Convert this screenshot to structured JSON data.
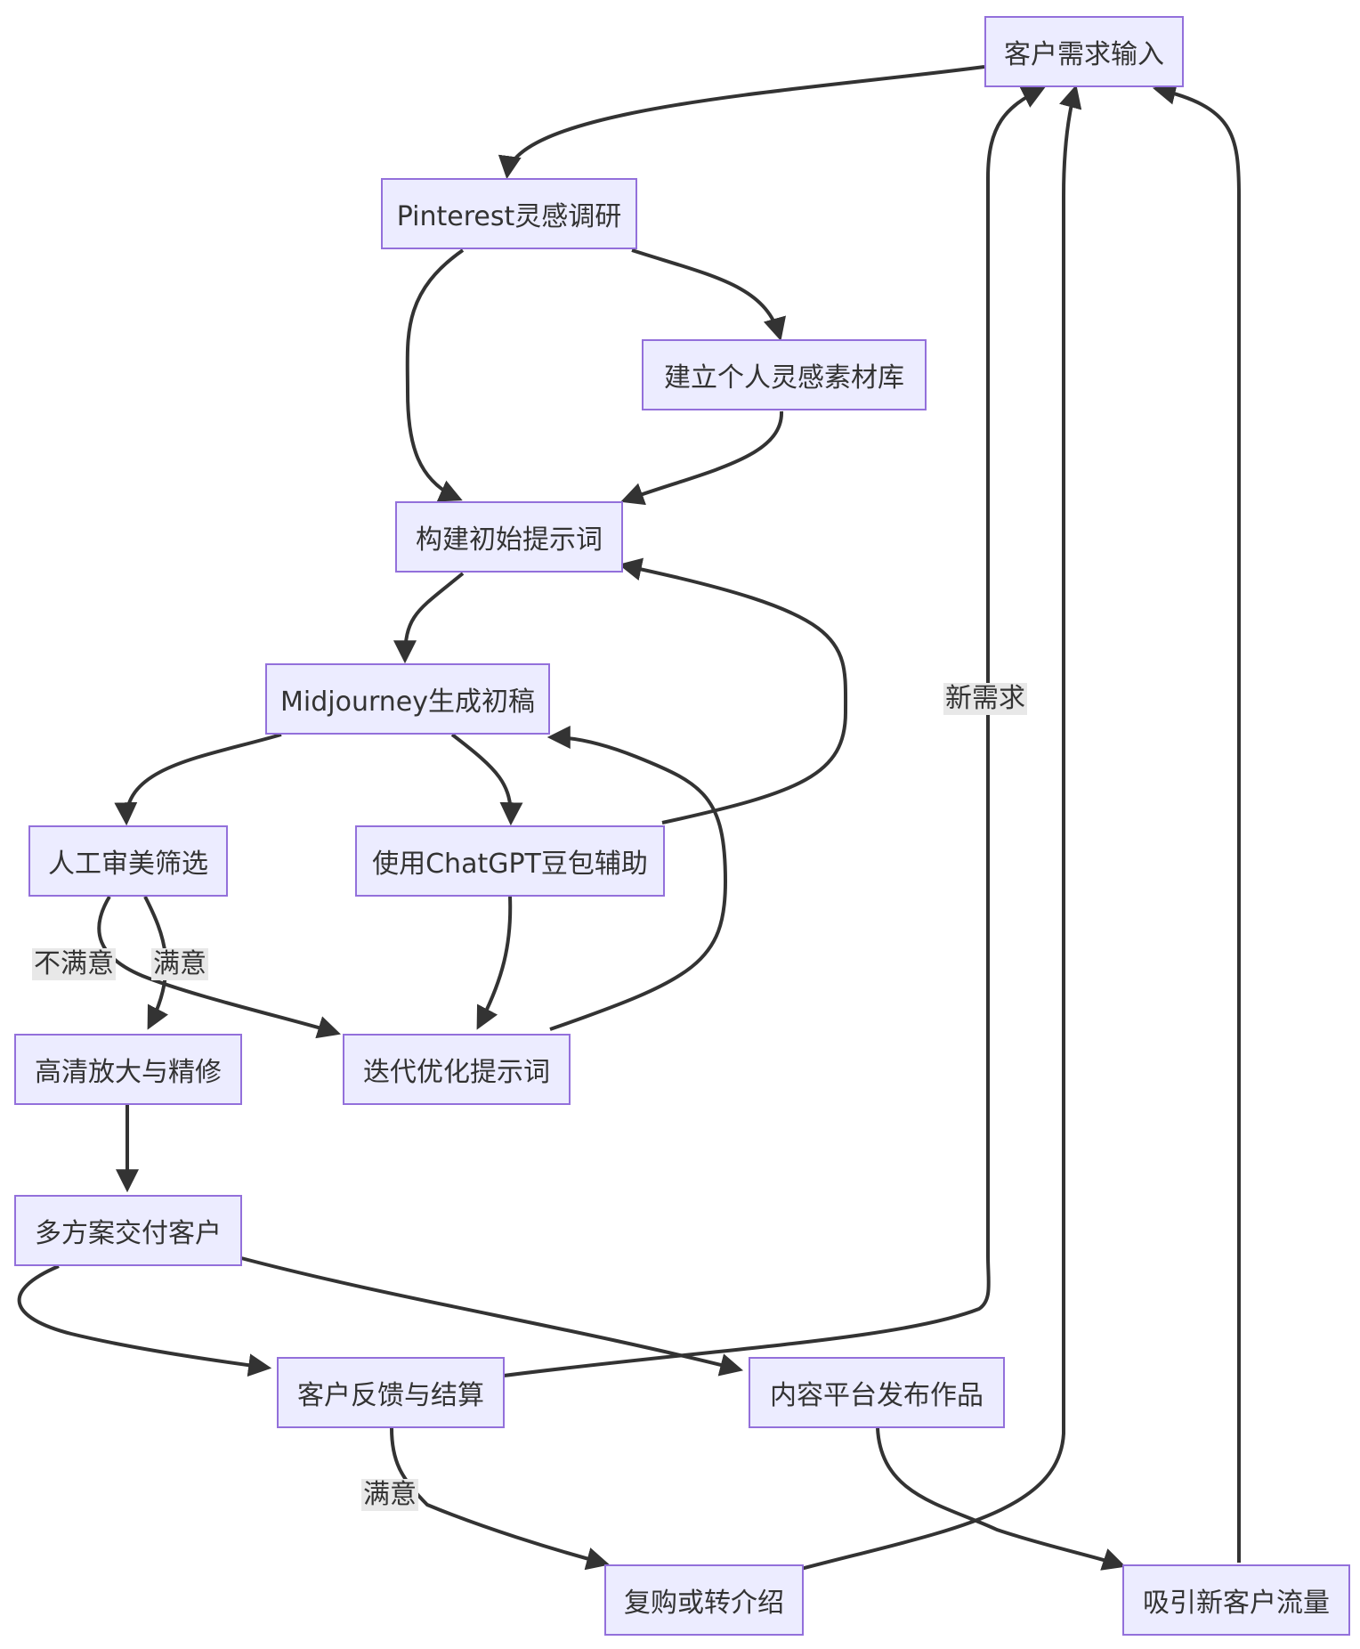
{
  "diagram": {
    "nodes": {
      "input": "客户需求输入",
      "pinterest": "Pinterest灵感调研",
      "library": "建立个人灵感素材库",
      "prompt": "构建初始提示词",
      "midjourney": "Midjourney生成初稿",
      "review": "人工审美筛选",
      "assist": "使用ChatGPT豆包辅助",
      "upscale": "高清放大与精修",
      "iterate": "迭代优化提示词",
      "deliver": "多方案交付客户",
      "feedback": "客户反馈与结算",
      "publish": "内容平台发布作品",
      "repurchase": "复购或转介绍",
      "traffic": "吸引新客户流量"
    },
    "edge_labels": {
      "unsatisfied": "不满意",
      "satisfied": "满意",
      "satisfied2": "满意",
      "new_demand": "新需求"
    },
    "colors": {
      "node_fill": "#ECECFF",
      "node_border": "#9370DB",
      "edge": "#333333",
      "label_bg": "#e8e8e8"
    }
  }
}
